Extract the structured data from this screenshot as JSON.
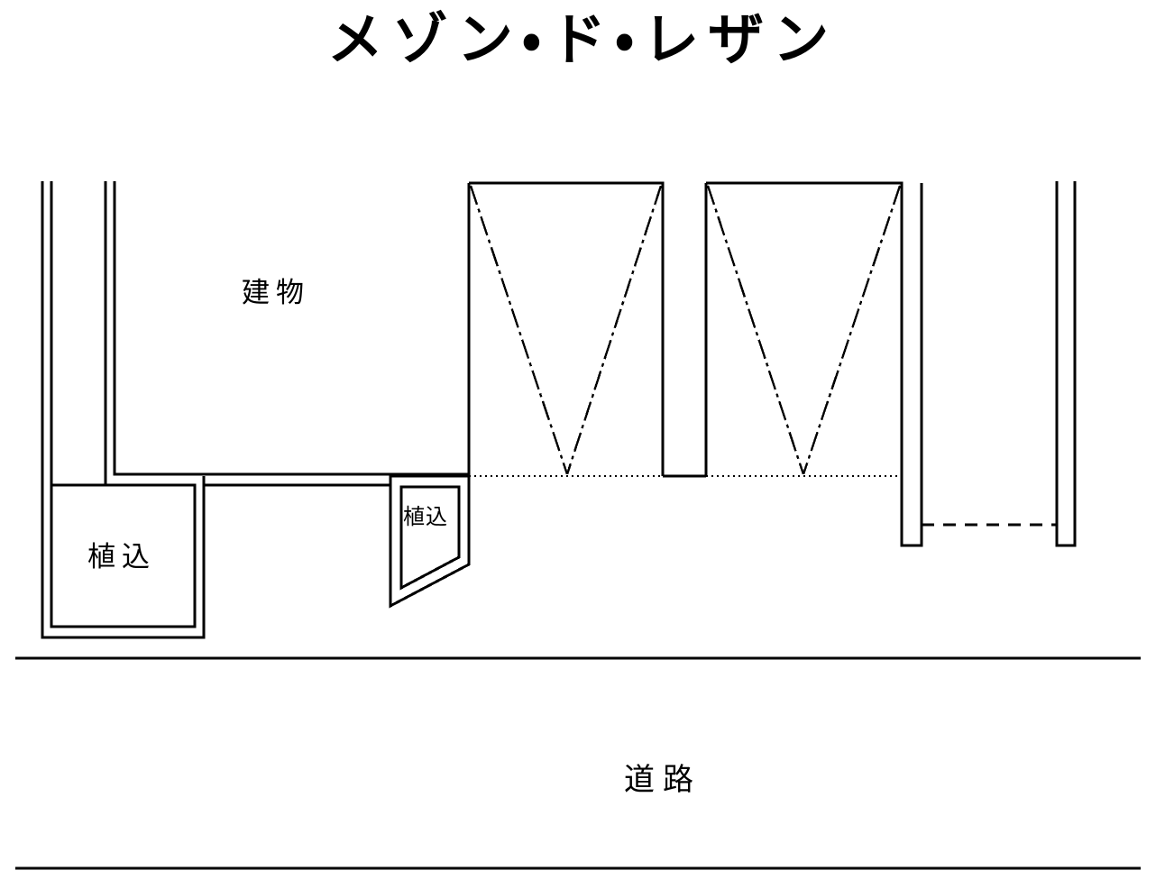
{
  "title": "メゾン・ド・レザン",
  "labels": {
    "building": "建物",
    "planting_left": "植込",
    "planting_mid": "植込",
    "road": "道路"
  },
  "diagram": {
    "type": "site-plan",
    "stroke_color": "#000000",
    "background_color": "#ffffff",
    "units": "pixels",
    "elements": [
      {
        "name": "building-outline",
        "kind": "double-line-wall",
        "description": "建物 outer walls drawn as paired parallel lines"
      },
      {
        "name": "planting-bed-left",
        "kind": "double-line-rect",
        "description": "植込 rectangular planting bed at lower left"
      },
      {
        "name": "planting-bed-mid",
        "kind": "double-line-trapezoid",
        "description": "植込 trapezoidal planting bed at lower middle"
      },
      {
        "name": "entrance-opening-left",
        "kind": "rect-with-dashdot-v",
        "description": "left opening with chain-line V symbol"
      },
      {
        "name": "entrance-opening-right",
        "kind": "rect-with-dashdot-v",
        "description": "right opening with chain-line V symbol"
      },
      {
        "name": "dotted-threshold-line",
        "kind": "dotted-line",
        "description": "dotted line along building frontage"
      },
      {
        "name": "dashed-connector-line",
        "kind": "dashed-line",
        "description": "dashed line between right wall stub and far right wall"
      },
      {
        "name": "road-band",
        "kind": "two-horizontal-lines",
        "description": "道路 band formed by two long horizontal rules"
      }
    ]
  }
}
